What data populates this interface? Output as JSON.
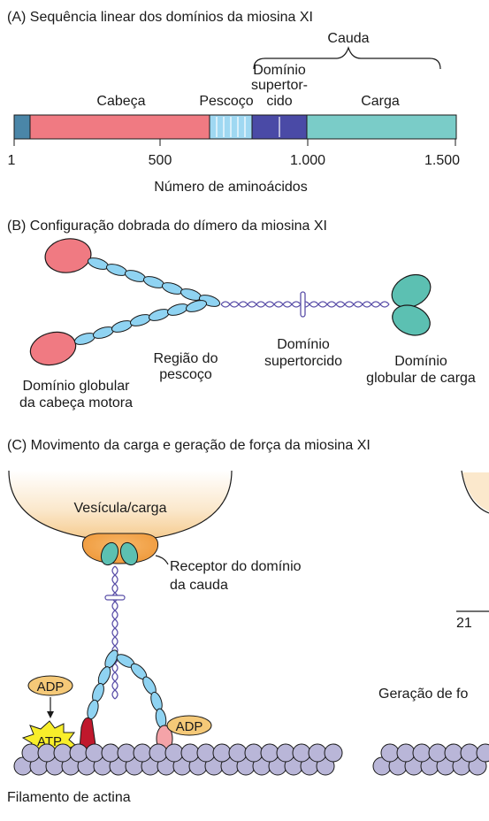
{
  "panel_a": {
    "heading": "(A) Sequência linear dos domínios da miosina XI",
    "cauda": "Cauda",
    "dominio_line1": "Domínio",
    "dominio_line2": "supertor-",
    "dominio_line3": "cido",
    "cabeca": "Cabeça",
    "pescoco": "Pescoço",
    "carga": "Carga",
    "ticks": [
      "1",
      "500",
      "1.000",
      "1.500"
    ],
    "axis_label": "Número de aminoácidos",
    "colors": {
      "n_term": "#4a86a8",
      "cabeca": "#f07a82",
      "pescoco": "#9fd8f2",
      "supertorcido": "#4a4aa6",
      "carga": "#7accc8"
    }
  },
  "panel_b": {
    "heading": "(B) Configuração dobrada do dímero da miosina XI",
    "regiao_line1": "Região do",
    "regiao_line2": "pescoço",
    "super_line1": "Domínio",
    "super_line2": "supertorcido",
    "carga_line1": "Domínio",
    "carga_line2": "globular de carga",
    "motor_line1": "Domínio globular",
    "motor_line2": "da cabeça motora"
  },
  "panel_c": {
    "heading": "(C) Movimento da carga e geração de força da miosina XI",
    "vesicula": "Vesícula/carga",
    "receptor_line1": "Receptor do domínio",
    "receptor_line2": "da cauda",
    "adp_top": "ADP",
    "atp": "ATP",
    "adp_right": "ADP",
    "filamento": "Filamento de actina",
    "cut_number": "21",
    "cut_force": "Geração de fo"
  }
}
